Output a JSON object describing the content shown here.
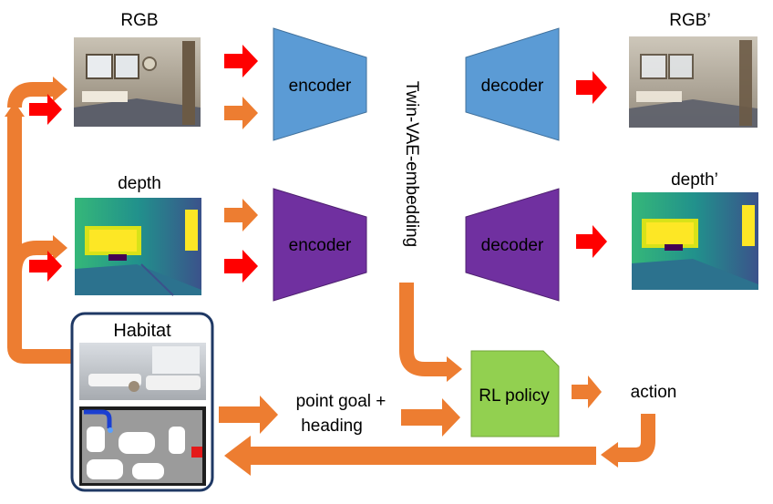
{
  "labels": {
    "rgb": "RGB",
    "rgb_out": "RGB’",
    "depth": "depth",
    "depth_out": "depth’",
    "habitat": "Habitat",
    "embedding": "Twin-VAE-embedding",
    "point_goal_1": "point goal +",
    "point_goal_2": "heading",
    "action": "action"
  },
  "blocks": {
    "rgb_encoder": "encoder",
    "rgb_decoder": "decoder",
    "depth_encoder": "encoder",
    "depth_decoder": "decoder",
    "policy": "RL policy"
  },
  "colors": {
    "rgb_block": "#5b9bd5",
    "depth_block": "#7030a0",
    "policy_block": "#92d050",
    "arrow_orange": "#ed7d31",
    "arrow_red": "#ff0000",
    "habitat_border": "#1f3864",
    "depth_map_bg": "#21918c",
    "depth_map_bright": "#fde725"
  }
}
